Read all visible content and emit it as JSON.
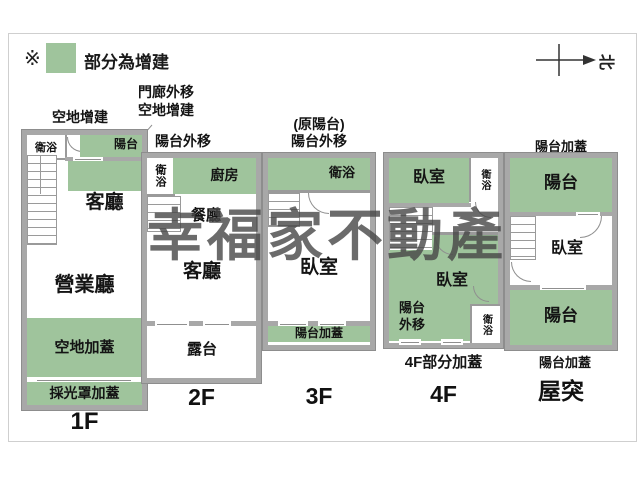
{
  "legend": {
    "marker": "※",
    "text": "部分為增建"
  },
  "compass": {
    "north": "北"
  },
  "watermark": "幸福家不動產",
  "colors": {
    "addition_green": "#9fc49c",
    "wall_gray": "#a8a8a8"
  },
  "floor_1f": {
    "label": "1F",
    "above": "空地增建",
    "callout_line1": "門廊外移",
    "callout_line2": "空地增建",
    "bathroom": "衛浴",
    "balcony": "陽台",
    "living": "客廳",
    "business_hall": "營業廳",
    "yard_addition": "空地加蓋",
    "skylight_addition": "採光罩加蓋"
  },
  "floor_2f": {
    "label": "2F",
    "above": "陽台外移",
    "bathroom": "衛浴",
    "kitchen": "廚房",
    "dining": "餐廳",
    "living": "客廳",
    "terrace": "露台"
  },
  "floor_3f": {
    "label": "3F",
    "above1": "(原陽台)",
    "above2": "陽台外移",
    "bathroom": "衛浴",
    "bedroom": "臥室",
    "balcony_addition": "陽台加蓋"
  },
  "floor_4f": {
    "label": "4F",
    "below": "4F部分加蓋",
    "bedroom_top": "臥室",
    "bathroom_top": "衛浴",
    "bedroom_bottom": "臥室",
    "balcony_moved_line1": "陽台",
    "balcony_moved_line2": "外移",
    "bathroom_bottom": "衛浴"
  },
  "floor_rooftop": {
    "label": "屋突",
    "above": "陽台加蓋",
    "balcony_top": "陽台",
    "bedroom": "臥室",
    "balcony_bottom": "陽台",
    "below": "陽台加蓋"
  }
}
